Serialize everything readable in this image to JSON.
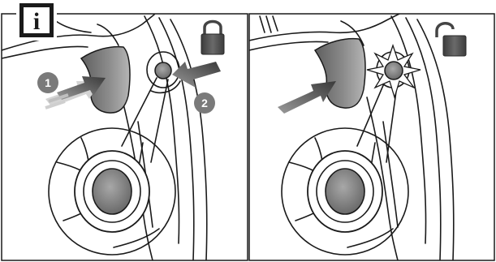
{
  "info_badge": {
    "glyph": "i",
    "icon": "info-icon"
  },
  "panels": [
    {
      "id": "locked",
      "lock_icon": "lock-closed-icon",
      "callouts": [
        "1",
        "2"
      ]
    },
    {
      "id": "unlocked",
      "lock_icon": "lock-open-icon"
    }
  ],
  "colors": {
    "line": "#1a1a1a",
    "trigger_dark": "#5f5f5f",
    "trigger_light": "#a9a9a9",
    "arrow_dark": "#3c3c3c",
    "arrow_light": "#d3d3d3",
    "callout_bg": "#7a7a7a",
    "button_fill": "#8c8c8c",
    "lock_body": "#4a4a4a"
  }
}
